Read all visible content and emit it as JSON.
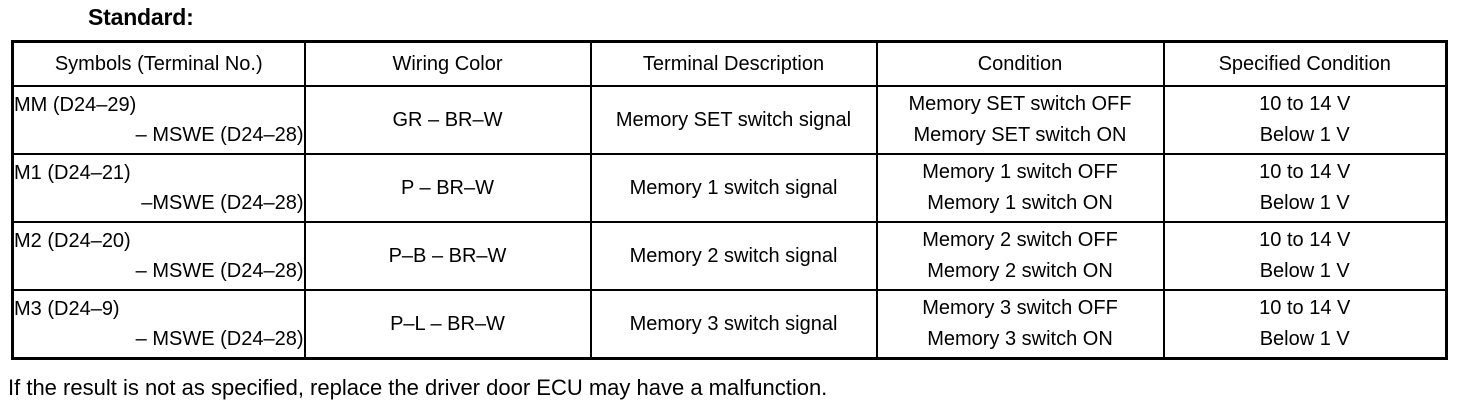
{
  "section": {
    "title": "Standard:"
  },
  "table": {
    "headers": [
      "Symbols (Terminal No.)",
      "Wiring Color",
      "Terminal Description",
      "Condition",
      "Specified Condition"
    ],
    "rows": [
      {
        "symbol_line1": "MM (D24–29)",
        "symbol_line2": "– MSWE (D24–28)",
        "wiring_color": "GR – BR–W",
        "terminal_description": "Memory SET switch signal",
        "condition_line1": "Memory SET switch OFF",
        "condition_line2": "Memory SET switch ON",
        "specified_line1": "10 to 14 V",
        "specified_line2": "Below 1 V"
      },
      {
        "symbol_line1": "M1 (D24–21)",
        "symbol_line2": "–MSWE (D24–28)",
        "wiring_color": "P – BR–W",
        "terminal_description": "Memory 1 switch signal",
        "condition_line1": "Memory 1 switch OFF",
        "condition_line2": "Memory 1 switch ON",
        "specified_line1": "10 to 14 V",
        "specified_line2": "Below 1 V"
      },
      {
        "symbol_line1": "M2 (D24–20)",
        "symbol_line2": "– MSWE (D24–28)",
        "wiring_color": "P–B – BR–W",
        "terminal_description": "Memory 2 switch signal",
        "condition_line1": "Memory 2 switch OFF",
        "condition_line2": "Memory 2 switch ON",
        "specified_line1": "10 to 14 V",
        "specified_line2": "Below 1 V"
      },
      {
        "symbol_line1": "M3 (D24–9)",
        "symbol_line2": "– MSWE (D24–28)",
        "wiring_color": "P–L – BR–W",
        "terminal_description": "Memory 3 switch signal",
        "condition_line1": "Memory 3 switch OFF",
        "condition_line2": "Memory 3 switch ON",
        "specified_line1": "10 to 14 V",
        "specified_line2": "Below 1 V"
      }
    ]
  },
  "footnote": {
    "text": "If the result is not as specified, replace the driver door ECU may have a malfunction."
  },
  "colors": {
    "text": "#000000",
    "background": "#ffffff",
    "border": "#000000"
  }
}
